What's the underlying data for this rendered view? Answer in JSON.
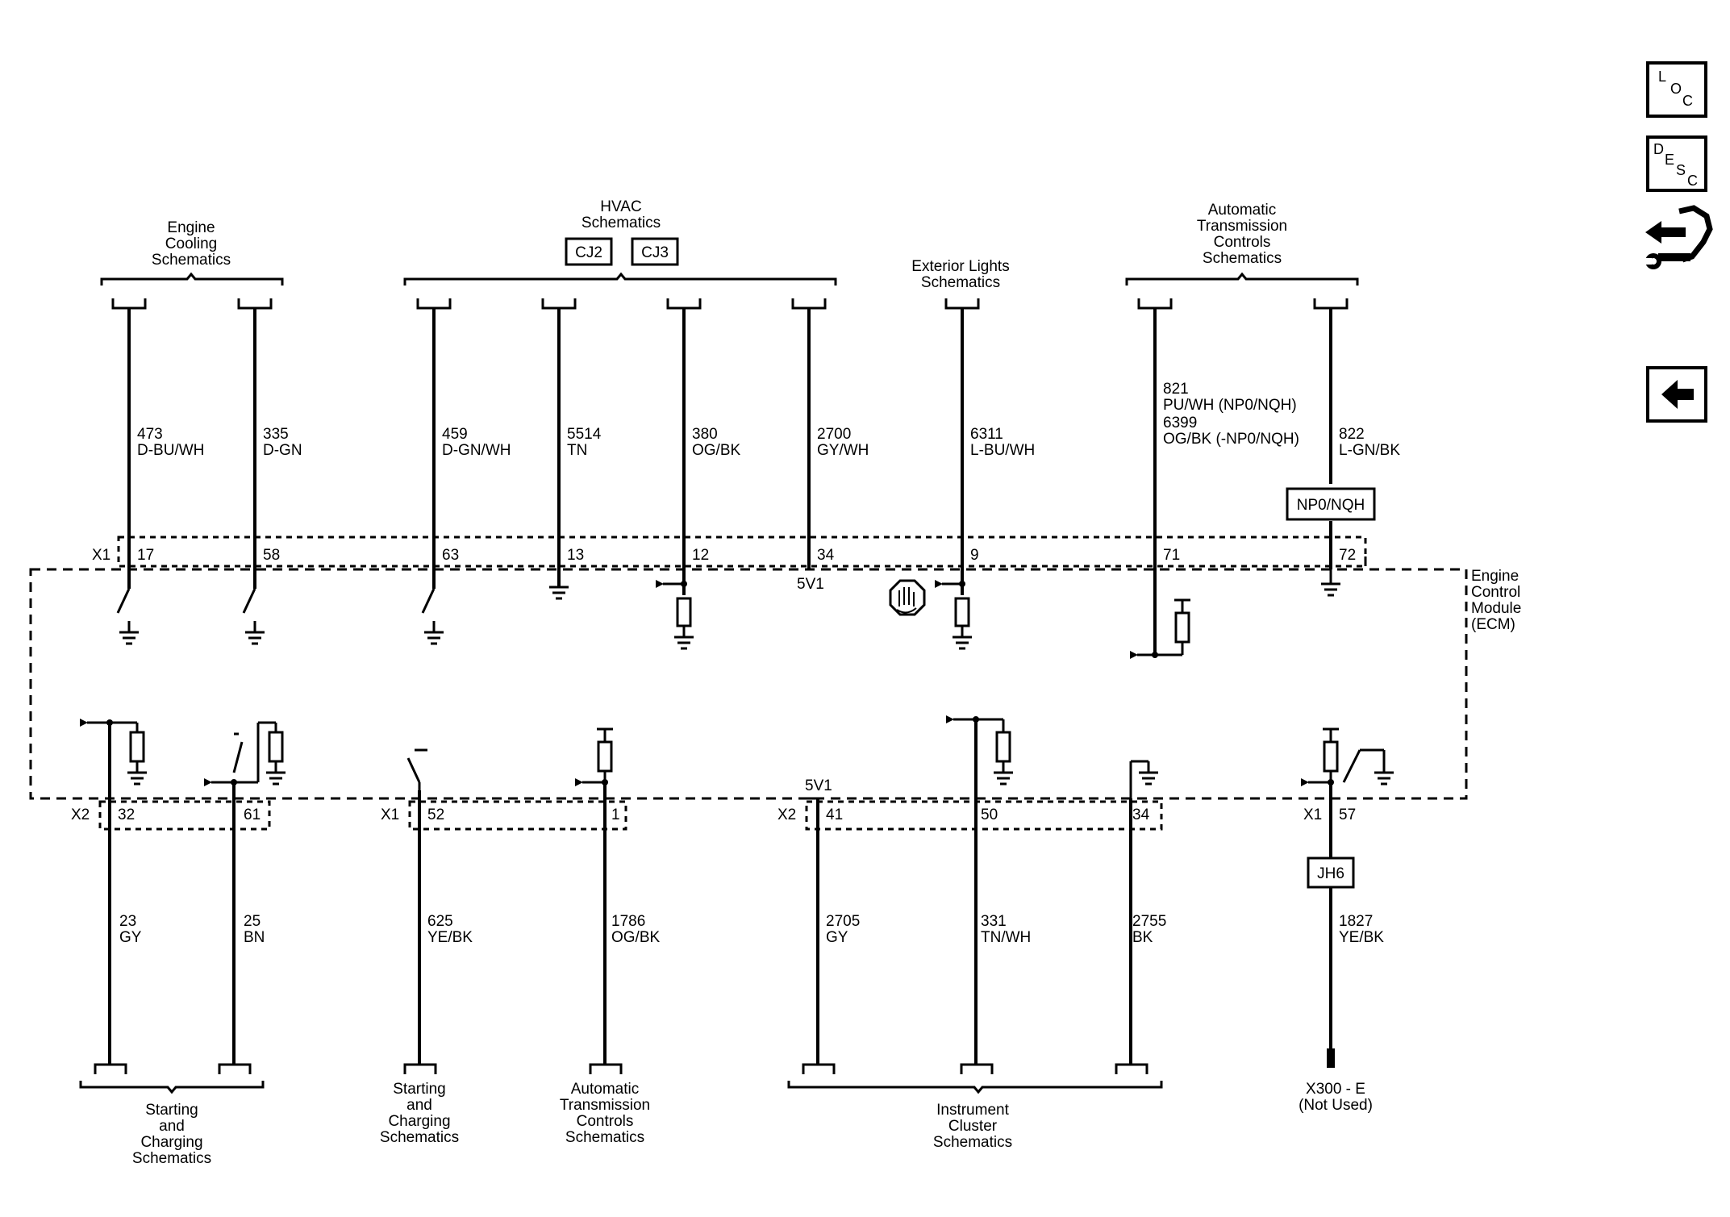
{
  "groups": {
    "engine_cooling": [
      "Engine",
      "Cooling",
      "Schematics"
    ],
    "hvac": [
      "HVAC",
      "Schematics"
    ],
    "exterior_lights": [
      "Exterior Lights",
      "Schematics"
    ],
    "auto_trans_top": [
      "Automatic",
      "Transmission",
      "Controls",
      "Schematics"
    ],
    "starting_charging_left": [
      "Starting",
      "and",
      "Charging",
      "Schematics"
    ],
    "starting_charging_mid": [
      "Starting",
      "and",
      "Charging",
      "Schematics"
    ],
    "auto_trans_bottom": [
      "Automatic",
      "Transmission",
      "Controls",
      "Schematics"
    ],
    "instrument_cluster": [
      "Instrument",
      "Cluster",
      "Schematics"
    ],
    "x300": [
      "X300 - E",
      "(Not Used)"
    ],
    "ecm": [
      "Engine",
      "Control",
      "Module",
      "(ECM)"
    ]
  },
  "boxes": {
    "cj2": "CJ2",
    "cj3": "CJ3",
    "np0": "NP0/NQH",
    "jh6": "JH6"
  },
  "connectors": {
    "x1_top": "X1",
    "x2_left": "X2",
    "x1_mid": "X1",
    "x2_mid": "X2",
    "x1_right": "X1"
  },
  "supply": {
    "top": "5V1",
    "bottom": "5V1"
  },
  "top_wires": [
    {
      "circuit": "473",
      "color": "D-BU/WH",
      "pin": "17"
    },
    {
      "circuit": "335",
      "color": "D-GN",
      "pin": "58"
    },
    {
      "circuit": "459",
      "color": "D-GN/WH",
      "pin": "63"
    },
    {
      "circuit": "5514",
      "color": "TN",
      "pin": "13"
    },
    {
      "circuit": "380",
      "color": "OG/BK",
      "pin": "12"
    },
    {
      "circuit": "2700",
      "color": "GY/WH",
      "pin": "34"
    },
    {
      "circuit": "6311",
      "color": "L-BU/WH",
      "pin": "9"
    },
    {
      "circuit": "821",
      "color": "PU/WH (NP0/NQH)",
      "circuit2": "6399",
      "color2": "OG/BK (-NP0/NQH)",
      "pin": "71"
    },
    {
      "circuit": "822",
      "color": "L-GN/BK",
      "pin": "72"
    }
  ],
  "bottom_wires": [
    {
      "circuit": "23",
      "color": "GY",
      "pin": "32"
    },
    {
      "circuit": "25",
      "color": "BN",
      "pin": "61"
    },
    {
      "circuit": "625",
      "color": "YE/BK",
      "pin": "52"
    },
    {
      "circuit": "1786",
      "color": "OG/BK",
      "pin": "1"
    },
    {
      "circuit": "2705",
      "color": "GY",
      "pin": "41"
    },
    {
      "circuit": "331",
      "color": "TN/WH",
      "pin": "50"
    },
    {
      "circuit": "2755",
      "color": "BK",
      "pin": "34"
    },
    {
      "circuit": "1827",
      "color": "YE/BK",
      "pin": "57"
    }
  ],
  "side_buttons": {
    "loc": [
      "L",
      "O",
      "C"
    ],
    "desc": [
      "D",
      "E",
      "S",
      "C"
    ]
  },
  "icons": [
    "loc-button-icon",
    "desc-button-icon",
    "connector-wrench-icon",
    "back-arrow-icon",
    "esd-hand-icon"
  ]
}
